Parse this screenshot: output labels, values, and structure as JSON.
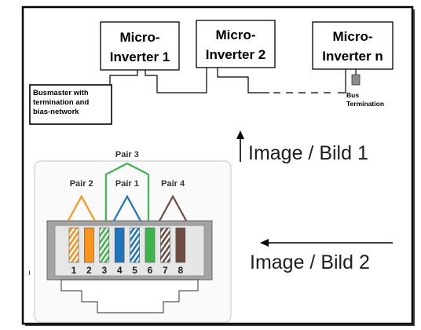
{
  "inverters": [
    {
      "line1": "Micro-",
      "line2": "Inverter 1"
    },
    {
      "line1": "Micro-",
      "line2": "Inverter 2"
    },
    {
      "line1": "Micro-",
      "line2": "Inverter n"
    }
  ],
  "busmaster": {
    "lines": [
      "Busmaster with",
      "termination and",
      "bias-network"
    ]
  },
  "bus_termination": {
    "lines": [
      "Bus",
      "Termination"
    ]
  },
  "image_labels": {
    "image1": "Image / Bild 1",
    "image2": "Image / Bild 2"
  },
  "stray_mark": "ı",
  "colors": {
    "frame": "#000000",
    "termination_block": "#8c8c8c"
  },
  "rj45": {
    "pairs": [
      {
        "label": "Pair 3",
        "color": "#3cb64a",
        "pins": [
          3,
          6
        ]
      },
      {
        "label": "Pair 2",
        "color": "#f7941d",
        "pins": [
          1,
          2
        ]
      },
      {
        "label": "Pair 1",
        "color": "#1c75bc",
        "pins": [
          4,
          5
        ]
      },
      {
        "label": "Pair 4",
        "color": "#6d4c41",
        "pins": [
          7,
          8
        ]
      }
    ],
    "pins": [
      {
        "number": 1,
        "color": "#f7941d",
        "striped": true
      },
      {
        "number": 2,
        "color": "#f7941d",
        "striped": false
      },
      {
        "number": 3,
        "color": "#3cb64a",
        "striped": true
      },
      {
        "number": 4,
        "color": "#1c75bc",
        "striped": false
      },
      {
        "number": 5,
        "color": "#1c75bc",
        "striped": true
      },
      {
        "number": 6,
        "color": "#3cb64a",
        "striped": false
      },
      {
        "number": 7,
        "color": "#6d4c41",
        "striped": true
      },
      {
        "number": 8,
        "color": "#6d4c41",
        "striped": false
      }
    ]
  }
}
